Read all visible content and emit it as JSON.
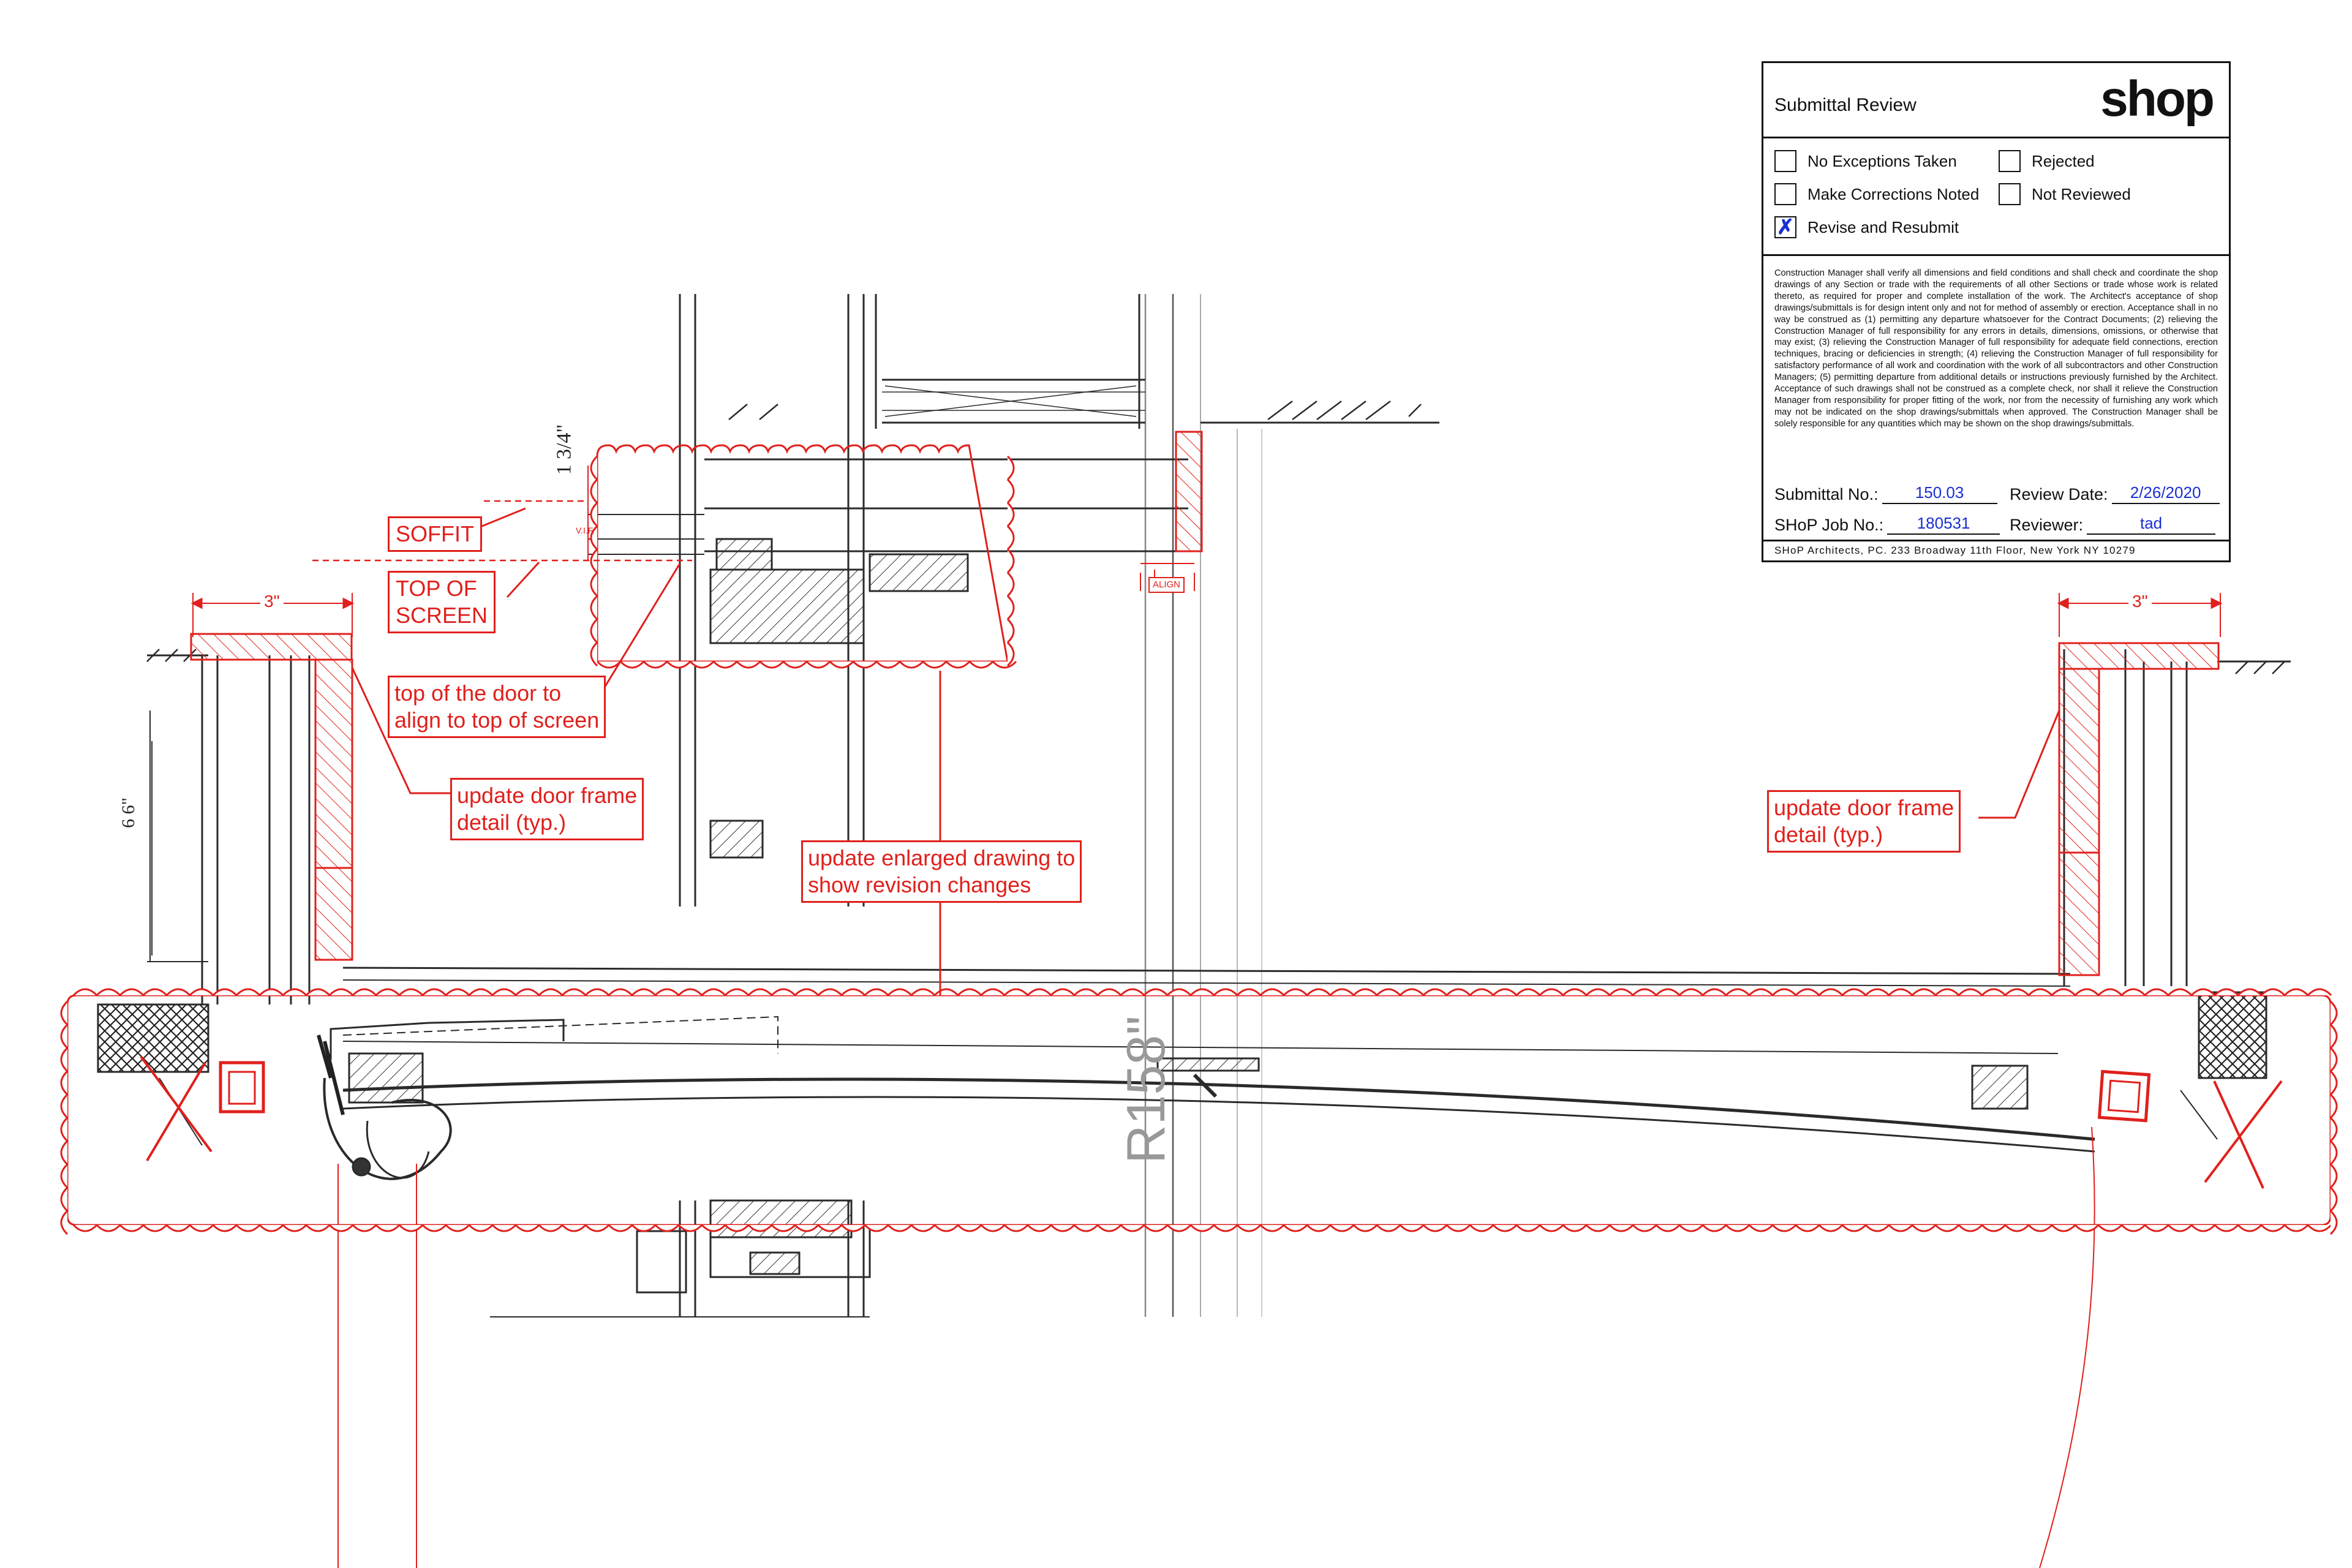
{
  "markup": {
    "soffit": "SOFFIT",
    "top_of_screen_1": "TOP OF",
    "top_of_screen_2": "SCREEN",
    "door_align_1": "top of the door to",
    "door_align_2": "align to top of screen",
    "frame_left_1": "update door frame",
    "frame_left_2": "detail (typ.)",
    "frame_right_1": "update door frame",
    "frame_right_2": "detail (typ.)",
    "enlarged_1": "update enlarged drawing to",
    "enlarged_2": "show revision changes",
    "align_tag": "ALIGN",
    "dim_left": "3\"",
    "dim_right": "3\"",
    "vif": "V.I.F."
  },
  "handwriting": {
    "top_dim": "1 3/4\"",
    "side_dim": "6 6\"",
    "radius": "R158\""
  },
  "stamp": {
    "title": "Submittal Review",
    "logo": "shop",
    "options": [
      {
        "label": "No Exceptions Taken",
        "checked": false
      },
      {
        "label": "Rejected",
        "checked": false
      },
      {
        "label": "Make Corrections Noted",
        "checked": false
      },
      {
        "label": "Not Reviewed",
        "checked": false
      },
      {
        "label": "Revise and Resubmit",
        "checked": true
      }
    ],
    "check_mark": "✗",
    "disclaimer": "Construction Manager shall verify all dimensions and field conditions and shall check and coordinate the shop drawings of any Section or trade with the requirements of all other Sections or trade whose work is related thereto, as required for proper and complete installation of the work. The Architect's acceptance of shop drawings/submittals is for design intent only and not for method of assembly or erection. Acceptance shall in no way be construed as (1) permitting any departure whatsoever for the Contract Documents; (2) relieving the Construction Manager of full responsibility for any errors in details, dimensions, omissions, or otherwise that may exist; (3) relieving the Construction Manager of full responsibility for adequate field connections, erection techniques, bracing or deficiencies in strength; (4) relieving the Construction Manager of full responsibility for satisfactory performance of all work and coordination with the work of all subcontractors and other Construction Managers; (5) permitting departure from additional details or instructions previously furnished by the Architect. Acceptance of such drawings shall not be construed as a complete check, nor shall it relieve the Construction Manager from responsibility for proper fitting of the work, nor from the necessity of furnishing any work which may not be indicated on the shop drawings/submittals when approved. The Construction Manager shall be solely responsible for any quantities which may be shown on the shop drawings/submittals.",
    "submittal_no_label": "Submittal No.:",
    "submittal_no": "150.03",
    "review_date_label": "Review Date:",
    "review_date": "2/26/2020",
    "job_no_label": "SHoP Job No.:",
    "job_no": "180531",
    "reviewer_label": "Reviewer:",
    "reviewer": "tad",
    "address": "SHoP Architects, PC. 233 Broadway 11th Floor, New York NY 10279"
  },
  "colors": {
    "markup_red": "#e0201c",
    "ink_blue": "#1a2fd0",
    "drawing_ink": "#222222"
  }
}
